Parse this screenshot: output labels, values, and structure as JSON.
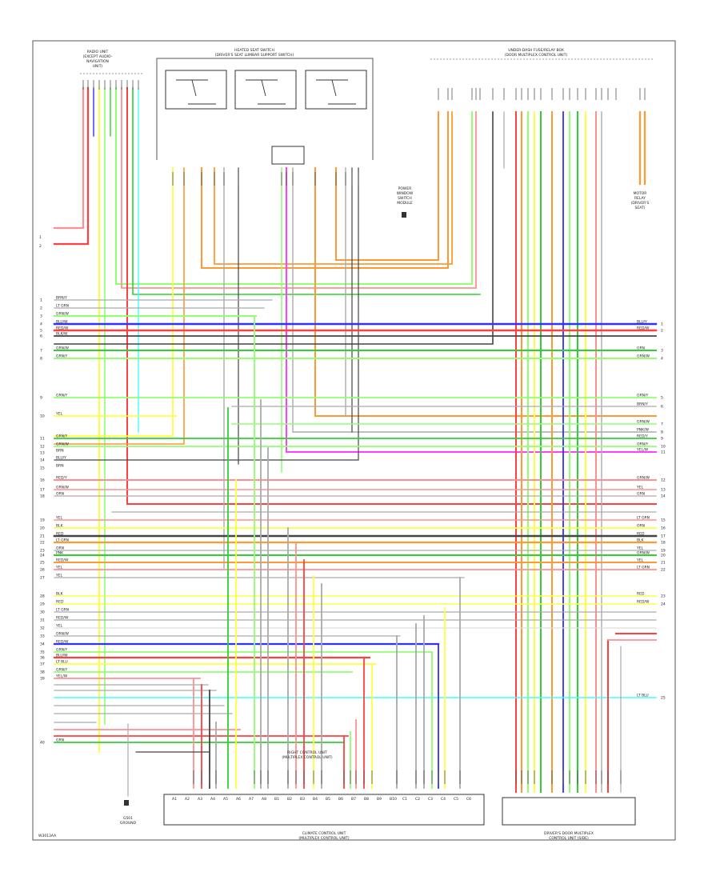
{
  "page_code": "W3013AA",
  "components": {
    "radio": {
      "name": "RADIO UNIT",
      "lines": [
        "(EXCEPT AUDIO-",
        "NAVIGATION",
        "UNIT)"
      ]
    },
    "seat_switch": {
      "name": "HEATED SEAT SWITCH",
      "sub": "(DRIVER'S SEAT LUMBAR SUPPORT SWITCH)"
    },
    "dash_fuse": {
      "name": "UNDER-DASH FUSE/RELAY BOX",
      "sub": "(DOOR MULTIPLEX CONTROL UNIT)"
    },
    "right_ctl": {
      "name": "RIGHT CONTROL UNIT",
      "sub": "(MULTIPLEX CONTROL UNIT)"
    },
    "motor_relay": {
      "name": "MOTOR",
      "lines": [
        "RELAY",
        "(DRIVER'S",
        "SEAT)"
      ]
    },
    "window_sw": {
      "name": "POWER",
      "lines": [
        "WINDOW",
        "SWITCH",
        "MODULE"
      ]
    },
    "bottom_ctl": {
      "name": "CLIMATE CONTROL UNIT",
      "sub": "(MULTIPLEX CONTROL UNIT)"
    },
    "bottom_left": {
      "name": "G501",
      "lines": [
        "GROUND"
      ]
    },
    "bottom_right": {
      "name": "DRIVER'S DOOR MULTIPLEX",
      "sub": "CONTROL UNIT (SIDE)"
    },
    "left_ref": {
      "name": "1",
      "sub": "2"
    }
  },
  "row_labels": {
    "left": [
      "BRN/Y",
      "LT GRN",
      "GRN/W",
      "BLU/W",
      "RED/W",
      "BLK/W",
      "GRN/W",
      "GRN/Y",
      "GRN/Y",
      "YEL",
      "GRN/Y",
      "GRN/W",
      "BRN",
      "BLU/Y",
      "BRN",
      "RED/Y",
      "GRN/W",
      "ORN",
      "YEL",
      "BLK",
      "RED",
      "LT GRN",
      "ORN",
      "PNK",
      "RED/W",
      "YEL",
      "YEL",
      "BLK",
      "RED",
      "LT GRN",
      "RED/W",
      "YEL",
      "ORN/W",
      "RED/W",
      "GRN/Y",
      "BLU/W",
      "LT BLU",
      "GRN/Y",
      "YEL/W",
      "GRN"
    ],
    "right": [
      "BLU/Y",
      "RED/W",
      "GRN",
      "GRN/W",
      "GRN/Y",
      "BRN/Y",
      "GRN/W",
      "PNK/W",
      "RED/Y",
      "ORN/Y",
      "YEL/W",
      "GRN/W",
      "YEL",
      "GRN",
      "LT GRN",
      "ORN",
      "RED",
      "BLK",
      "YEL",
      "GRN/W",
      "YEL",
      "LT GRN",
      "RED",
      "RED/W",
      "LT BLU"
    ]
  },
  "pin_labels": {
    "bottom": [
      "A1",
      "A2",
      "A3",
      "A4",
      "A5",
      "A6",
      "A7",
      "A8",
      "B1",
      "B2",
      "B3",
      "B4",
      "B5",
      "B6",
      "B7",
      "B8",
      "B9",
      "B10",
      "C1",
      "C2",
      "C3",
      "C4",
      "C5",
      "C6"
    ]
  }
}
